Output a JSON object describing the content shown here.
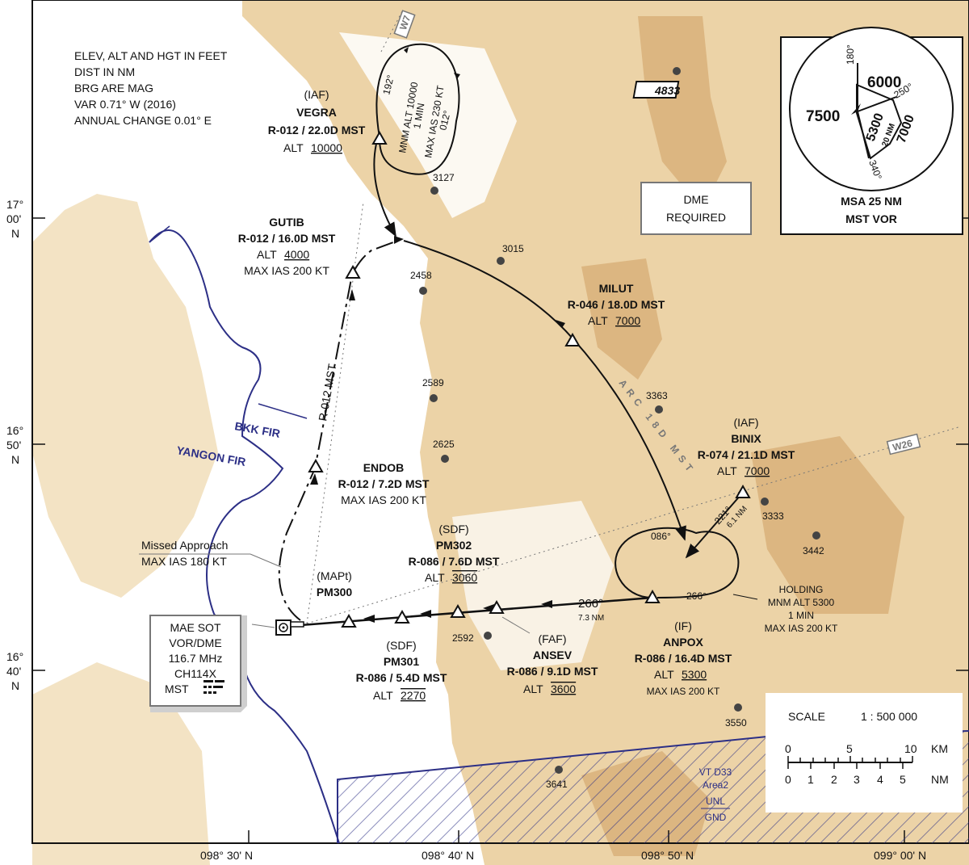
{
  "notes": [
    "ELEV, ALT AND HGT IN FEET",
    "DIST IN NM",
    "BRG ARE MAG",
    "VAR 0.71° W (2016)",
    "ANNUAL CHANGE 0.01° E"
  ],
  "airway_w7": "W7",
  "airway_w26": "W26",
  "peak_4833": "4833",
  "dme_box": {
    "line1": "DME",
    "line2": "REQUIRED"
  },
  "msa": {
    "title_line1": "MSA 25 NM",
    "title_line2": "MST VOR",
    "alt_west": "7500",
    "alt_ne": "6000",
    "alt_inner": "5300",
    "alt_se": "7000",
    "inner_nm": "20 NM",
    "brg_180": "180°",
    "brg_250": "250°",
    "brg_340": "340°"
  },
  "lat_labels": [
    {
      "deg": "17°",
      "min": "00'",
      "hem": "N"
    },
    {
      "deg": "16°",
      "min": "50'",
      "hem": "N"
    },
    {
      "deg": "16°",
      "min": "40'",
      "hem": "N"
    }
  ],
  "lon_labels": [
    "098° 30' N",
    "098° 40' N",
    "098° 50' N",
    "099° 00' N"
  ],
  "fir": {
    "bkk": "BKK FIR",
    "yangon": "YANGON FIR"
  },
  "vegra": {
    "role": "(IAF)",
    "name": "VEGRA",
    "radial": "R-012 / 22.0D MST",
    "alt_prefix": "ALT",
    "alt": "10000"
  },
  "vegra_hold": {
    "inbound": "192°",
    "outbound": "012°",
    "l1": "MNM ALT 10000",
    "l2": "1 MIN",
    "l3": "MAX IAS 230 KT"
  },
  "gutib": {
    "name": "GUTIB",
    "radial": "R-012 / 16.0D MST",
    "alt_prefix": "ALT",
    "alt": "4000",
    "ias": "MAX IAS 200 KT"
  },
  "milut": {
    "name": "MILUT",
    "radial": "R-046 / 18.0D MST",
    "alt_prefix": "ALT",
    "alt": "7000"
  },
  "binix": {
    "role": "(IAF)",
    "name": "BINIX",
    "radial": "R-074 / 21.1D MST",
    "alt_prefix": "ALT",
    "alt": "7000"
  },
  "endob": {
    "name": "ENDOB",
    "radial": "R-012 / 7.2D MST",
    "ias": "MAX IAS 200 KT"
  },
  "pm302": {
    "role": "(SDF)",
    "name": "PM302",
    "radial": "R-086 / 7.6D MST",
    "alt_prefix": "ALT",
    "alt": "3060"
  },
  "pm300": {
    "role": "(MAPt)",
    "name": "PM300"
  },
  "pm301": {
    "role": "(SDF)",
    "name": "PM301",
    "radial": "R-086 / 5.4D MST",
    "alt_prefix": "ALT",
    "alt": "2270"
  },
  "ansev": {
    "role": "(FAF)",
    "name": "ANSEV",
    "radial": "R-086 / 9.1D MST",
    "alt_prefix": "ALT",
    "alt": "3600"
  },
  "anpox": {
    "role": "(IF)",
    "name": "ANPOX",
    "radial": "R-086 / 16.4D MST",
    "alt_prefix": "ALT",
    "alt": "5300",
    "ias": "MAX IAS 200 KT"
  },
  "holding": {
    "title": "HOLDING",
    "l1": "MNM ALT 5300",
    "l2": "1 MIN",
    "l3": "MAX IAS 200 KT",
    "in_brg": "086°",
    "out_brg": "266°"
  },
  "final_track": {
    "brg": "266°",
    "dist": "7.3 NM"
  },
  "binix_leg": {
    "brg": "221°",
    "dist": "6.1 NM"
  },
  "arc_label": "ARC 18D MST",
  "missed": {
    "track": "R-012 MST",
    "label_l1": "Missed Approach",
    "label_l2": "MAX IAS 180 KT"
  },
  "vor": {
    "l1": "MAE SOT",
    "l2": "VOR/DME",
    "l3": "116.7 MHz",
    "l4": "CH114X",
    "l5": "MST"
  },
  "spot_heights": [
    "3127",
    "3015",
    "2458",
    "2589",
    "3363",
    "2625",
    "3333",
    "3442",
    "2592",
    "3550",
    "3641"
  ],
  "restricted": {
    "l1": "VT D33",
    "l2": "Area2",
    "l3": "UNL",
    "l4": "GND"
  },
  "scale": {
    "title": "SCALE",
    "ratio": "1  :  500 000",
    "km_ticks": [
      "0",
      "5",
      "10"
    ],
    "km_unit": "KM",
    "nm_ticks": [
      "0",
      "1",
      "2",
      "3",
      "4",
      "5"
    ],
    "nm_unit": "NM"
  },
  "colors": {
    "terrain": "#ecd3a7",
    "terrain_dark": "#dcb681",
    "fir": "#2c2f86",
    "track": "#111111"
  }
}
